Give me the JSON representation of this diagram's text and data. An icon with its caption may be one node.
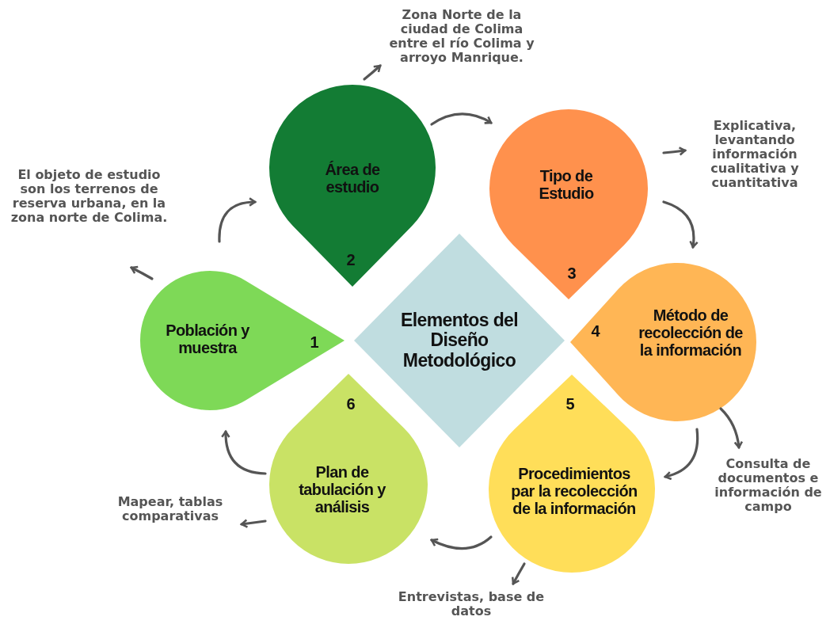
{
  "diagram": {
    "nodes": [
      {
        "text": [
          "Elementos del Diseño Metodológico"
        ]
      },
      {
        "text": [
          "Población y muestra",
          "1"
        ]
      },
      {
        "text": [
          "Área de estudio",
          "2"
        ]
      },
      {
        "text": [
          "Tipo de Estudio",
          "3"
        ]
      },
      {
        "text": [
          "4",
          "Método de recolección de la información"
        ]
      },
      {
        "text": [
          "5",
          "Procedimientos par la recolección de la información"
        ]
      },
      {
        "text": [
          "6",
          "Plan de tabulación y análisis"
        ]
      },
      {
        "text": [
          "El objeto de estudio son los terrenos de reserva urbana, en la zona norte de Colima."
        ]
      },
      {
        "text": [
          "Zona Norte de la ciudad de Colima entre el río Colima y arroyo Manrique."
        ]
      },
      {
        "text": [
          "Explicativa, levantando información cualitativa y cuantitativa"
        ]
      },
      {
        "text": [
          "Consulta de documentos e información de campo"
        ]
      },
      {
        "text": [
          "Entrevistas, base de datos"
        ]
      },
      {
        "text": [
          "Mapear, tablas comparativas"
        ]
      }
    ],
    "edges": [
      {
        "from": 1,
        "to": 2,
        "arrow": "to"
      },
      {
        "from": 2,
        "to": 3,
        "arrow": "to"
      },
      {
        "from": 3,
        "to": 4,
        "arrow": "to"
      },
      {
        "from": 4,
        "to": 5,
        "arrow": "to"
      },
      {
        "from": 5,
        "to": 6,
        "arrow": "to"
      },
      {
        "from": 6,
        "to": 1,
        "arrow": "to"
      },
      {
        "from": 1,
        "to": 7,
        "arrow": "to"
      },
      {
        "from": 2,
        "to": 8,
        "arrow": "to"
      },
      {
        "from": 3,
        "to": 9,
        "arrow": "to"
      },
      {
        "from": 4,
        "to": 10,
        "arrow": "to"
      },
      {
        "from": 5,
        "to": 11,
        "arrow": "to"
      },
      {
        "from": 6,
        "to": 12,
        "arrow": "to"
      }
    ]
  }
}
